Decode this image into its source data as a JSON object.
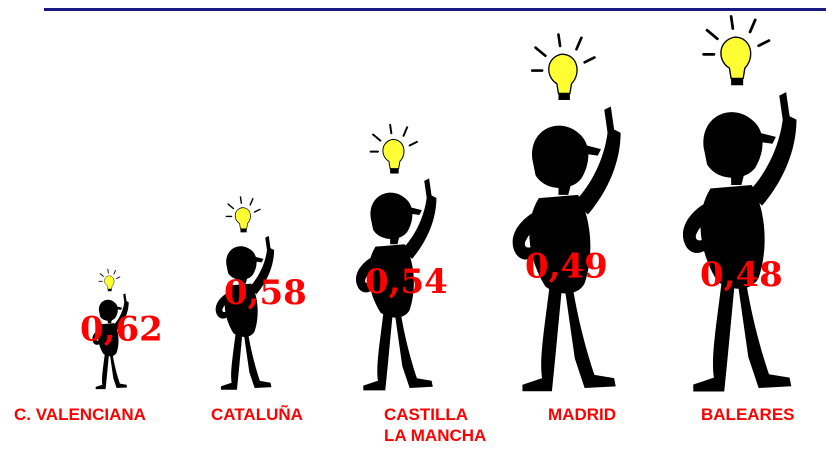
{
  "colors": {
    "rule": "#1a1a80",
    "figure": "#000000",
    "bulb": "#ffff33",
    "label": "#ff0000"
  },
  "chart_data": {
    "type": "bar",
    "categories": [
      "C. VALENCIANA",
      "CATALUÑA",
      "CASTILLA\nLA MANCHA",
      "MADRID",
      "BALEARES"
    ],
    "values": [
      0.62,
      0.58,
      0.54,
      0.49,
      0.48
    ],
    "value_labels": [
      "0,62",
      "0,58",
      "0,54",
      "0,49",
      "0,48"
    ],
    "mark_style": "pictogram-person-with-lightbulb",
    "title": "",
    "xlabel": "",
    "ylabel": ""
  }
}
